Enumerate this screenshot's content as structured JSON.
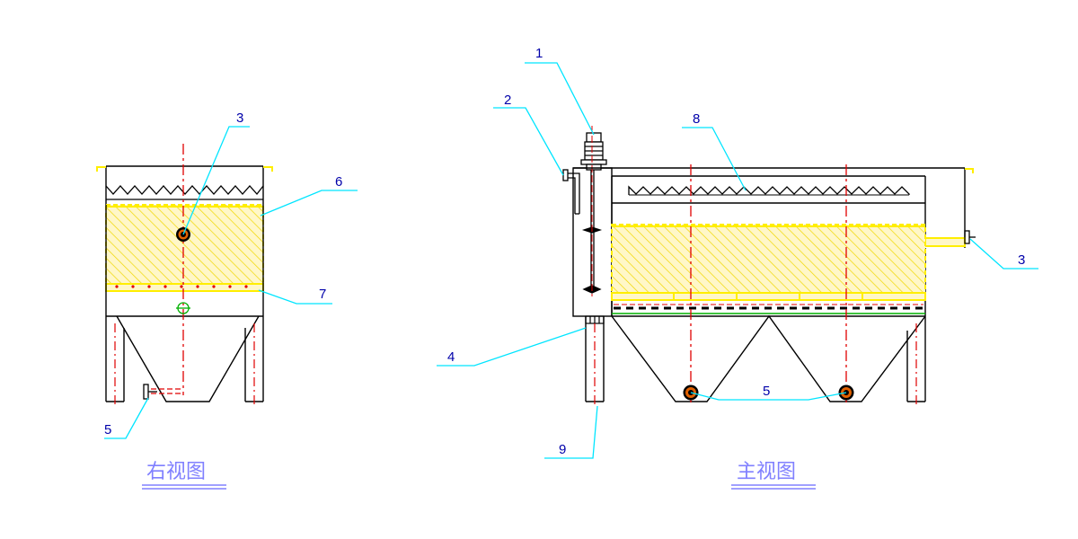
{
  "colors": {
    "outline": "#000000",
    "leader": "#00e5ff",
    "centerline": "#e00000",
    "media": "#ffee00",
    "media_bg": "#fff6c0",
    "green": "#00b000",
    "title": "#8080ff",
    "label": "#0000aa"
  },
  "views": {
    "side": {
      "title": "右视图",
      "labels": {
        "l3": "3",
        "l5": "5",
        "l6": "6",
        "l7": "7"
      }
    },
    "front": {
      "title": "主视图",
      "labels": {
        "l1": "1",
        "l2": "2",
        "l3": "3",
        "l4": "4",
        "l5": "5",
        "l8": "8",
        "l9": "9"
      }
    }
  }
}
